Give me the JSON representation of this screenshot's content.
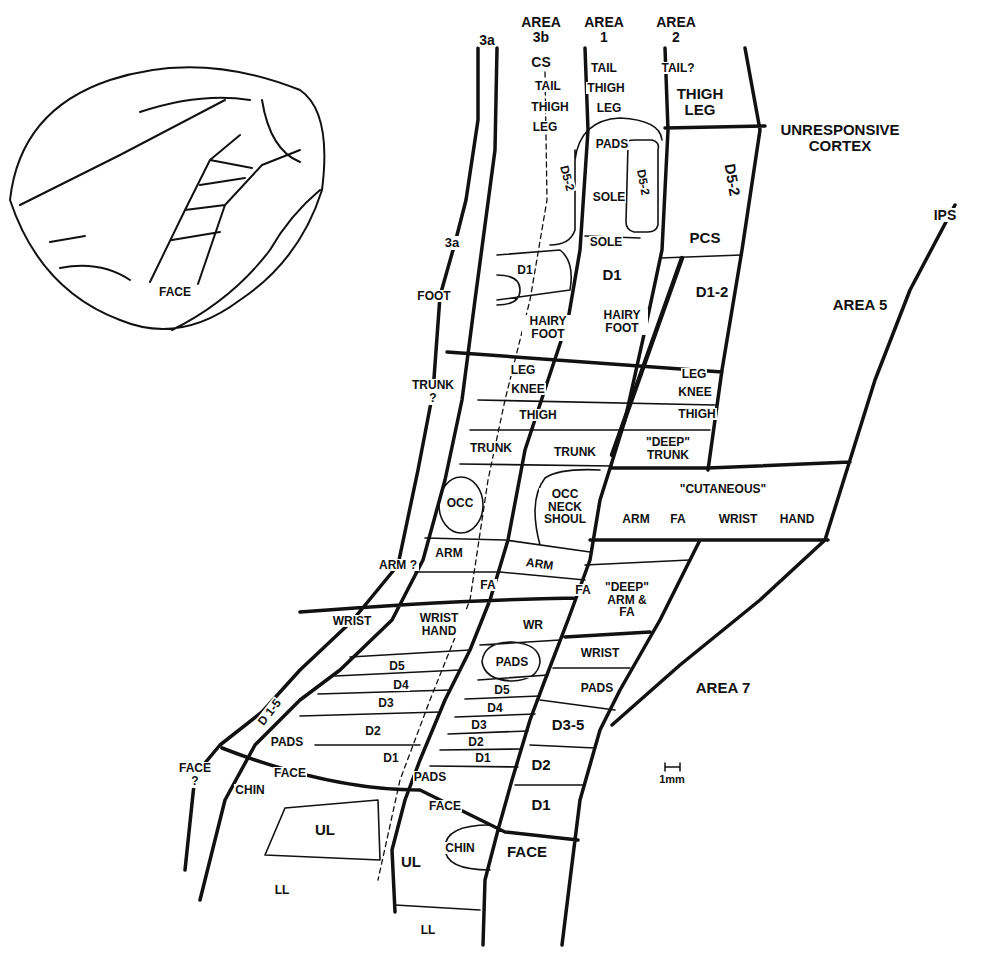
{
  "diagram": {
    "labels": [
      "3a",
      "AREA 3b",
      "CS",
      "AREA 1",
      "AREA 2",
      "TAIL",
      "TAIL?",
      "TAIL",
      "THIGH",
      "THIGH LEG",
      "THIGH",
      "LEG",
      "LEG",
      "UNRESPONSIVE CORTEX",
      "PADS",
      "D5-2",
      "SOLE",
      "D5-2",
      "D5-2",
      "IPS",
      "SOLE",
      "PCS",
      "3a",
      "D1",
      "D1",
      "D1-2",
      "FOOT",
      "AREA 5",
      "HAIRY FOOT",
      "HAIRY FOOT",
      "LEG",
      "LEG",
      "KNEE",
      "KNEE",
      "TRUNK ?",
      "THIGH",
      "THIGH",
      "TRUNK",
      "\"DEEP\" TRUNK",
      "TRUNK",
      "\"CUTANEOUS\"",
      "OCC",
      "OCC NECK SHOUL",
      "ARM",
      "FA",
      "WRIST",
      "HAND",
      "ARM",
      "ARM ?",
      "ARM",
      "FA",
      "FA",
      "\"DEEP\" ARM & FA",
      "WRIST",
      "WRIST HAND",
      "WR",
      "WRIST",
      "PADS",
      "D5",
      "PADS",
      "AREA 7",
      "D4",
      "D5",
      "D3",
      "D4",
      "D 1-5",
      "D3-5",
      "D3",
      "D2",
      "D2",
      "PADS",
      "D1",
      "D1",
      "D2",
      "FACE ?",
      "PADS",
      "FACE",
      "1mm",
      "CHIN",
      "D1",
      "FACE",
      "UL",
      "FACE",
      "CHIN",
      "UL",
      "LL",
      "LL",
      "FACE"
    ]
  }
}
